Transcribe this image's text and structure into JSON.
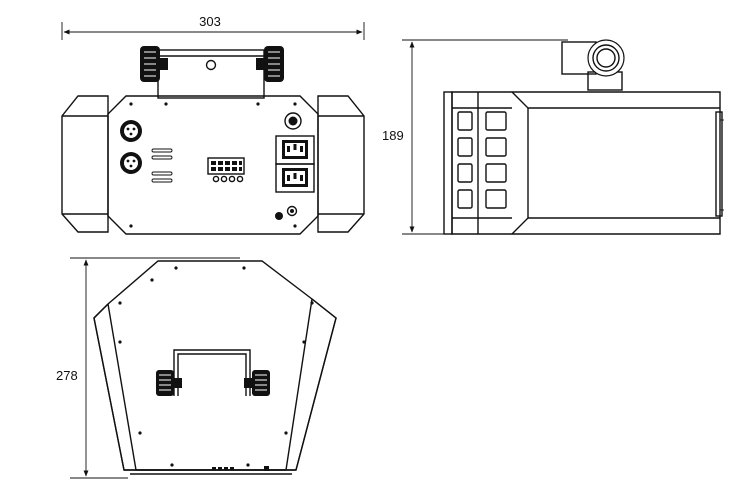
{
  "dimensions": {
    "width": "303",
    "height": "189",
    "depth": "278"
  },
  "colors": {
    "line": "#111111",
    "background": "#ffffff"
  }
}
